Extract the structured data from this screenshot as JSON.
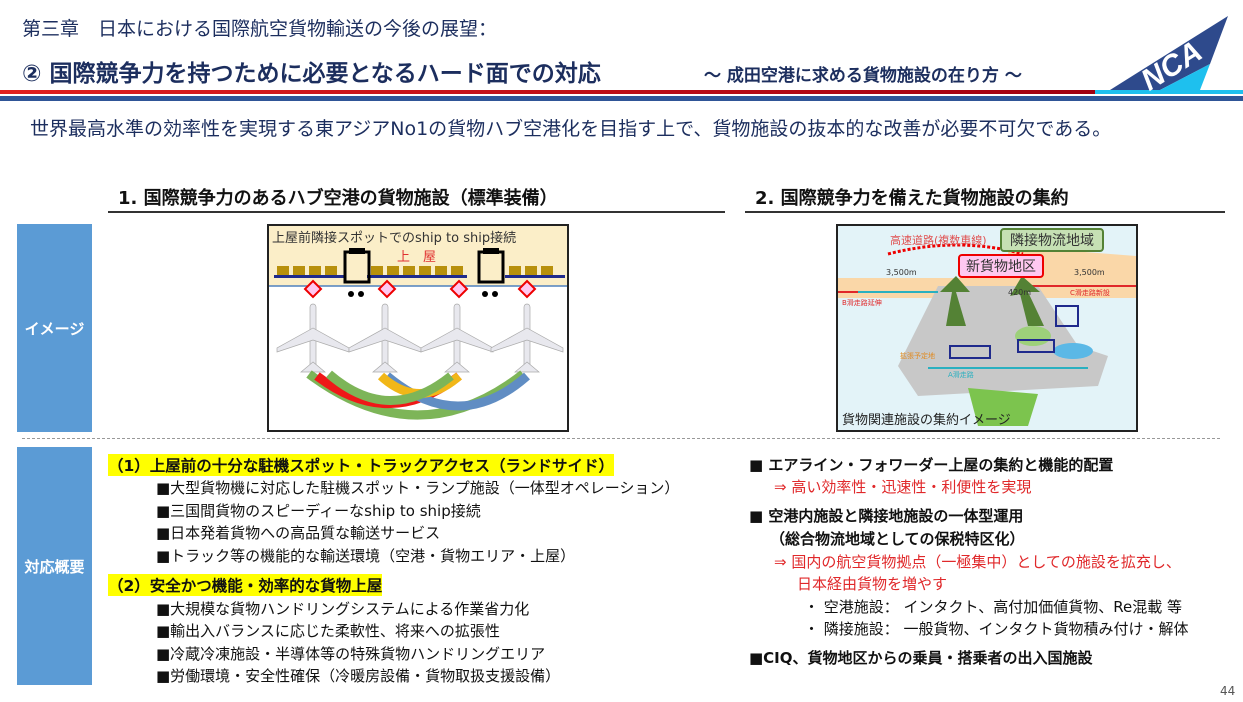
{
  "header": {
    "chapter": "第三章　日本における国際航空貨物輸送の今後の展望：",
    "title": "② 国際競争力を持つために必要となるハード面での対応",
    "subtitle": "～ 成田空港に求める貨物施設の在り方 ～",
    "logo_text": "NCA"
  },
  "intro": "世界最高水準の効率性を実現する東アジアNo1の貨物ハブ空港化を目指す上で、貨物施設の抜本的な改善が必要不可欠である。",
  "sections": {
    "left_heading": "1. 国際競争力のあるハブ空港の貨物施設（標準装備）",
    "right_heading": "2. 国際競争力を備えた貨物施設の集約"
  },
  "row_labels": {
    "image": "イメージ",
    "measures": "対応概要"
  },
  "figure1": {
    "caption": "上屋前隣接スポットでのship to ship接続",
    "building_label": "上　屋"
  },
  "figure2": {
    "highway": "高速道路(複数車線)",
    "adjacent_area": "隣接物流地域",
    "new_cargo_area": "新貨物地区",
    "dist_left": "3,500m",
    "dist_right": "3,500m",
    "dist_mid": "420m",
    "runway_b": "B滑走路延伸",
    "runway_c": "C滑走路新設",
    "runway_a": "A滑走路",
    "expansion": "拡張予定地",
    "caption": "貨物関連施設の集約イメージ"
  },
  "left_measures": [
    {
      "heading": "（1）上屋前の十分な駐機スポット・トラックアクセス（ランドサイド）",
      "items": [
        "■大型貨物機に対応した駐機スポット・ランプ施設（一体型オペレーション）",
        "■三国間貨物のスピーディーなship to ship接続",
        "■日本発着貨物への高品質な輸送サービス",
        "■トラック等の機能的な輸送環境（空港・貨物エリア・上屋）"
      ]
    },
    {
      "heading": "（2）安全かつ機能・効率的な貨物上屋",
      "items": [
        "■大規模な貨物ハンドリングシステムによる作業省力化",
        "■輸出入バランスに応じた柔軟性、将来への拡張性",
        "■冷蔵冷凍施設・半導体等の特殊貨物ハンドリングエリア",
        "■労働環境・安全性確保（冷暖房設備・貨物取扱支援設備）"
      ]
    }
  ],
  "right_measures": {
    "b1": "■ エアライン・フォワーダー上屋の集約と機能的配置",
    "b1_result": "⇒ 高い効率性・迅速性・利便性を実現",
    "b2": "■ 空港内施設と隣接地施設の一体型運用",
    "b2_sub": "（総合物流地域としての保税特区化）",
    "b2_result1": "⇒ 国内の航空貨物拠点（一極集中）としての施設を拡充し、",
    "b2_result2": "日本経由貨物を増やす",
    "b2_detail1": "・ 空港施設： インタクト、高付加価値貨物、Re混載 等",
    "b2_detail2": "・ 隣接施設： 一般貨物、インタクト貨物積み付け・解体",
    "b3": "■CIQ、貨物地区からの乗員・搭乗者の出入国施設"
  },
  "page_number": "44",
  "colors": {
    "navy": "#1c2e5e",
    "label_blue": "#5b9bd5",
    "red": "#e0282a",
    "highlight": "#ffff00"
  }
}
